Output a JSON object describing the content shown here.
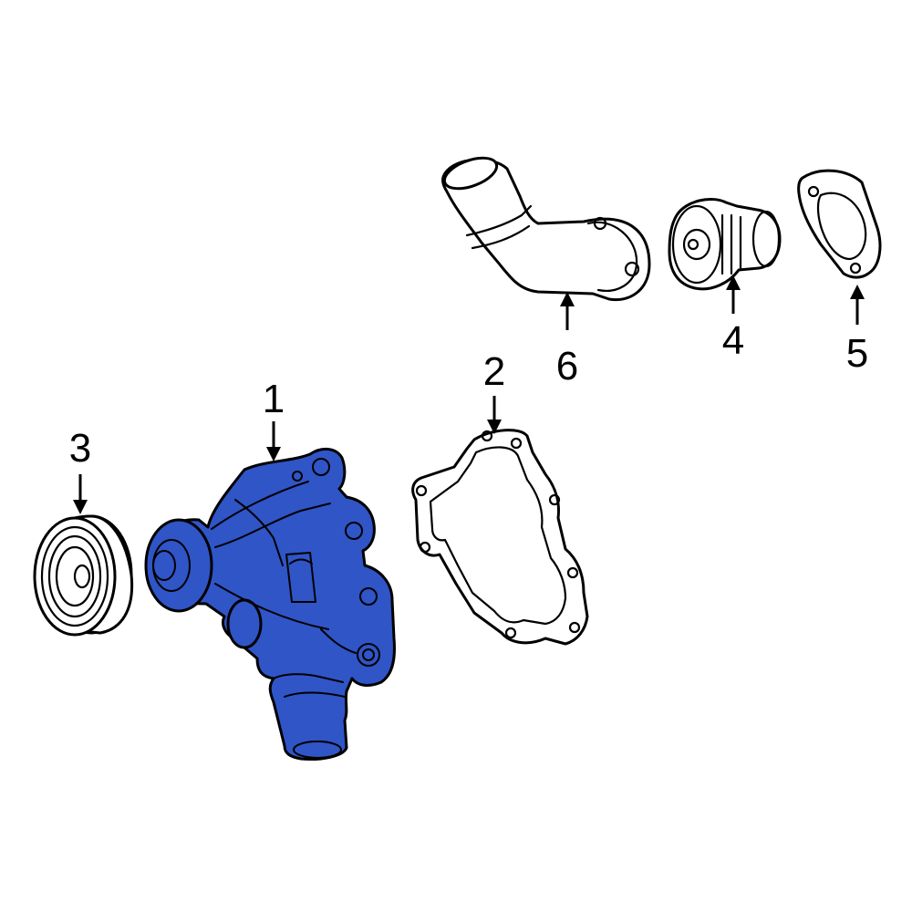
{
  "colors": {
    "background": "#ffffff",
    "outline": "#000000",
    "highlight": "#2f55c7"
  },
  "callouts": [
    {
      "number": "1",
      "part": "water-pump",
      "highlighted": true
    },
    {
      "number": "2",
      "part": "pump-gasket",
      "highlighted": false
    },
    {
      "number": "3",
      "part": "pulley",
      "highlighted": false
    },
    {
      "number": "4",
      "part": "thermostat",
      "highlighted": false
    },
    {
      "number": "5",
      "part": "thermostat-gasket",
      "highlighted": false
    },
    {
      "number": "6",
      "part": "water-outlet",
      "highlighted": false
    }
  ]
}
